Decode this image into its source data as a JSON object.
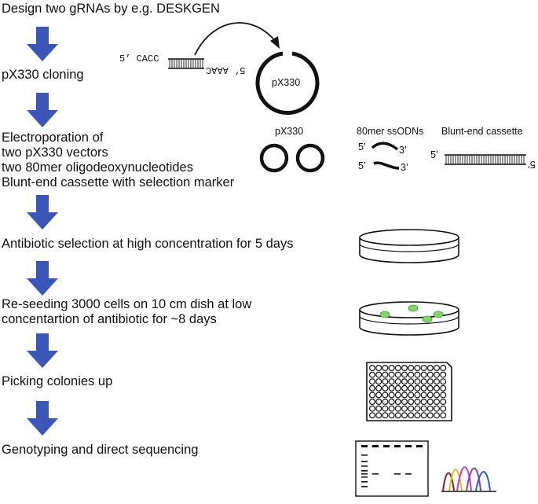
{
  "steps": [
    {
      "lines": [
        "Design two gRNAs by e.g. DESKGEN"
      ]
    },
    {
      "lines": [
        "pX330 cloning"
      ]
    },
    {
      "lines": [
        "Electroporation of",
        "two pX330 vectors",
        "two 80mer oligodeoxynucleotides",
        "Blunt-end cassette with selection marker"
      ]
    },
    {
      "lines": [
        "Antibiotic selection at high concentration for 5 days"
      ]
    },
    {
      "lines": [
        "Re-seeding 3000 cells on 10 cm dish at low",
        "concentartion of antibiotic for ~8 days"
      ]
    },
    {
      "lines": [
        "Picking colonies up"
      ]
    },
    {
      "lines": [
        "Genotyping and direct sequencing"
      ]
    }
  ],
  "cloning": {
    "top_strand": "5’ CACC",
    "bottom_strand": "5’ AAAC",
    "plasmid_label": "pX330"
  },
  "electroporation": {
    "px330_label": "pX330",
    "ssodn_label": "80mer ssODNs",
    "ssodn_top_5": "5’",
    "ssodn_top_3": "3’",
    "ssodn_bottom_5": "5’",
    "ssodn_bottom_3": "3’",
    "cassette_label": "Blunt-end cassette",
    "cassette_left_5": "5’",
    "cassette_right_5": "5’"
  },
  "colors": {
    "arrow": "#3a57b8",
    "colony": "#7fd66b",
    "colony_edge": "#3d9a36",
    "chromatogram": [
      "#8b1a1a",
      "#e0c21a",
      "#c33fc3",
      "#7b3fc3",
      "#2b5fd6"
    ]
  },
  "icons": {
    "step_arrow": "down-arrow-icon",
    "petri_dish": "petri-dish-icon",
    "well_plate": "96-well-plate-icon",
    "gel": "gel-electrophoresis-icon",
    "chromatogram": "sequencing-chromatogram-icon"
  }
}
